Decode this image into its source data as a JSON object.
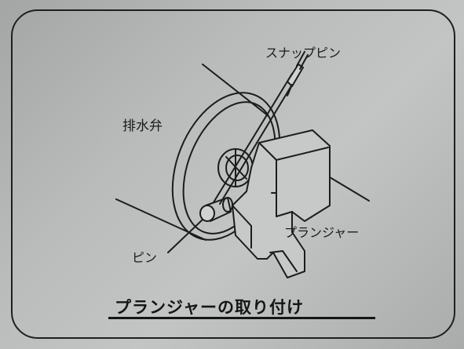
{
  "labels": {
    "snap_pin": "スナップピン",
    "drain_valve": "排水弁",
    "plunger": "プランジャー",
    "pin": "ピン"
  },
  "caption": "プランジャーの取り付け",
  "colors": {
    "ink": "#1b1c1b",
    "paper": "#b9bcba"
  }
}
